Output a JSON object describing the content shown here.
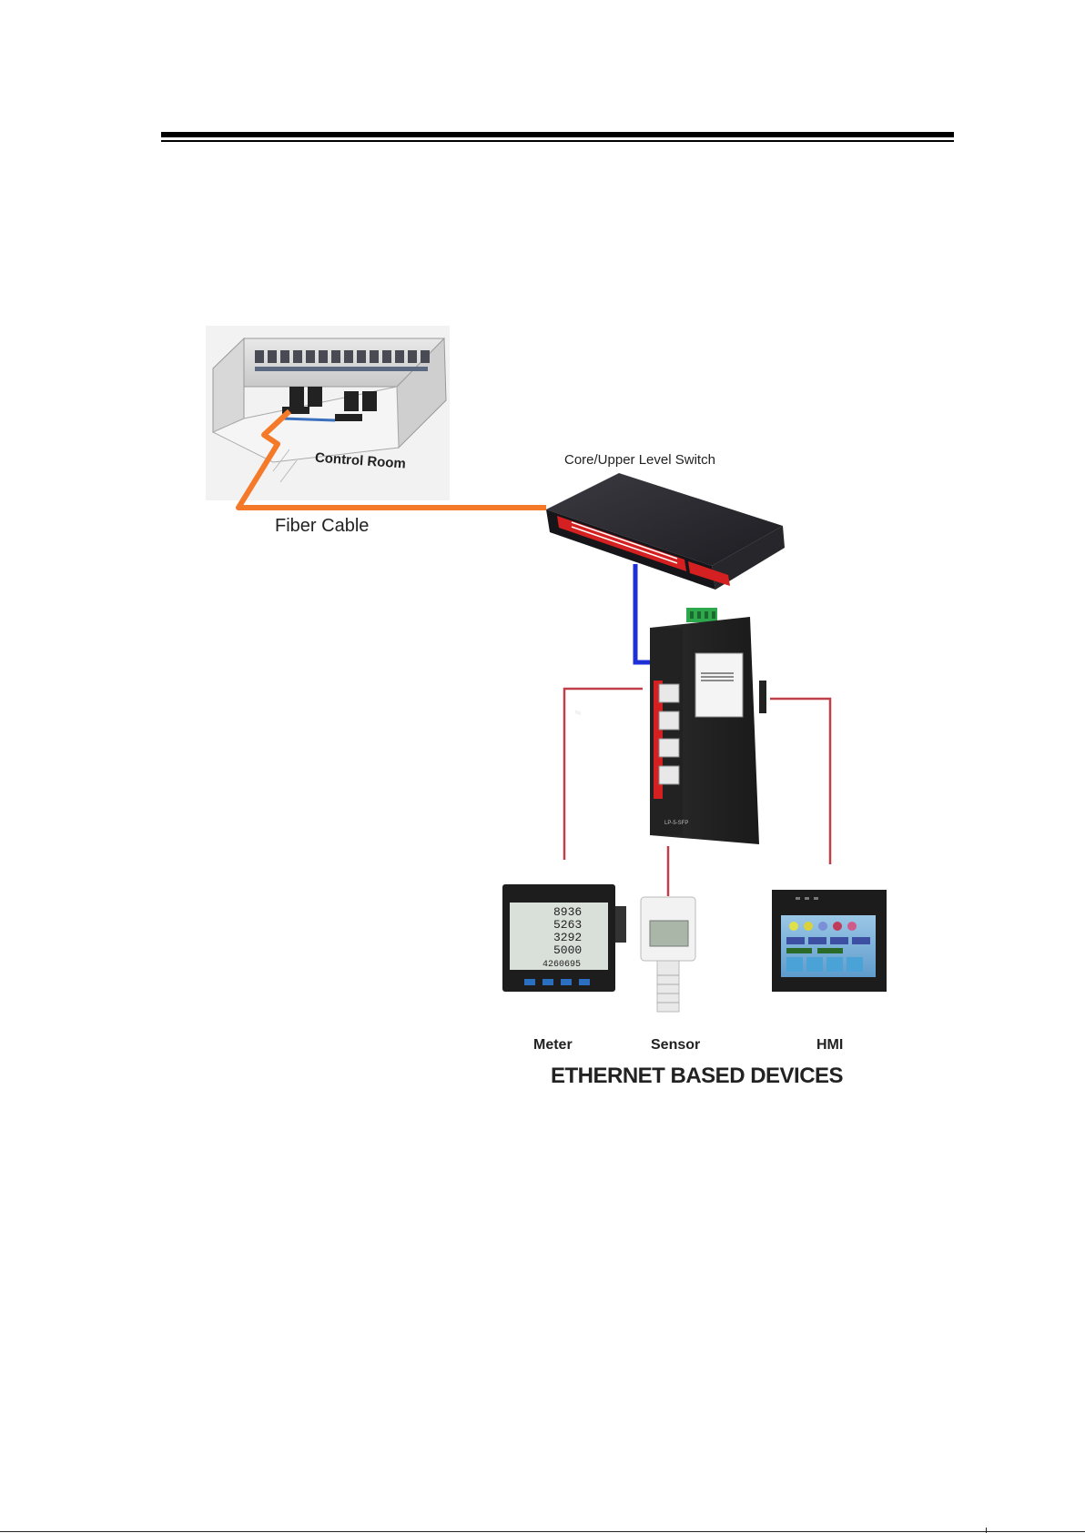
{
  "labels": {
    "control_room": "Control Room",
    "fiber_cable": "Fiber Cable",
    "core_switch": "Core/Upper Level Switch",
    "meter": "Meter",
    "sensor": "Sensor",
    "hmi": "HMI",
    "ethernet_devices": "ETHERNET BASED DEVICES"
  },
  "meter_display": [
    "8936",
    "5263",
    "3292",
    "5000",
    "4260695"
  ],
  "colors": {
    "fiber": "#f47a2a",
    "uplink": "#1f2fd6",
    "device_link": "#c0404a",
    "switch_accent": "#d42020",
    "switch_body": "#2a2a2e"
  },
  "icons": [
    "control-room-illustration",
    "core-switch-icon",
    "industrial-switch-icon",
    "power-meter-icon",
    "sensor-icon",
    "hmi-panel-icon"
  ]
}
